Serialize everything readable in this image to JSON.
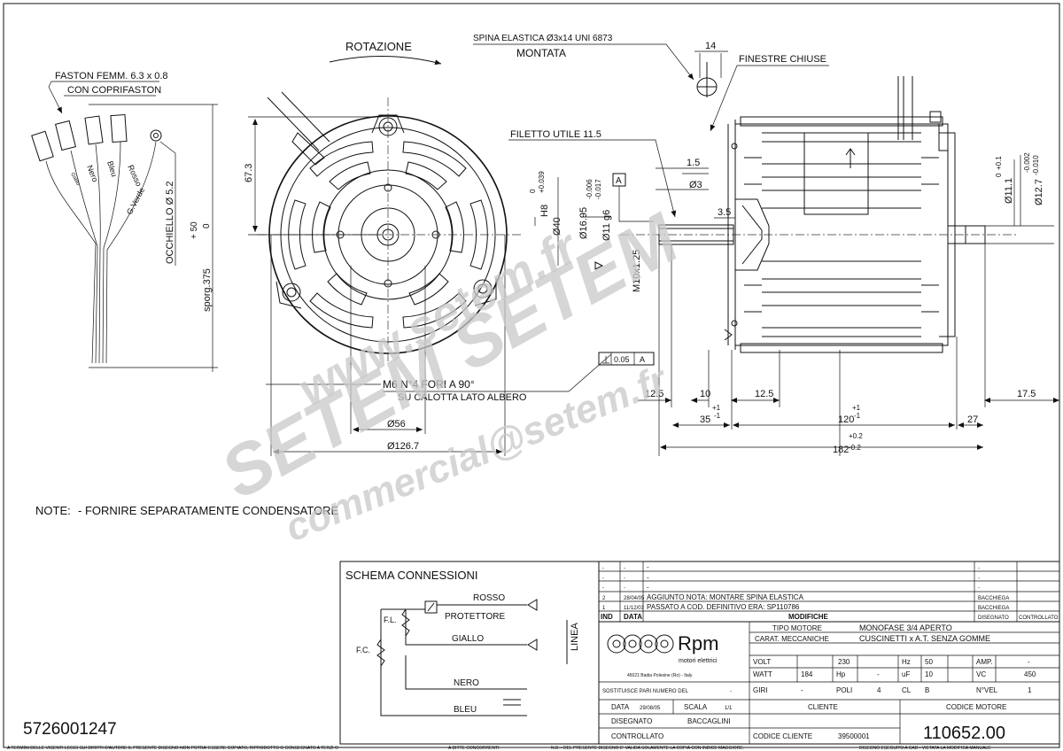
{
  "labels": {
    "rotazione": "ROTAZIONE",
    "spina": "SPINA ELASTICA Ø3x14 UNI 6873",
    "montata": "MONTATA",
    "dim_14": "14",
    "finestre": "FINESTRE CHIUSE",
    "faston": "FASTON FEMM. 6.3 x 0.8",
    "coprifaston": "CON COPRIFASTON",
    "filetto": "FILETTO UTILE 11.5",
    "wire_giallo": "Giallo",
    "wire_nero": "Nero",
    "wire_bleu": "Bleu",
    "wire_rosso": "Rosso",
    "wire_gverde": "G.Verde",
    "occhiello": "OCCHIELLO Ø 5.2",
    "sporg": "sporg.375",
    "tol_50": "+ 50",
    "tol_0": "0",
    "dim_673": "67.3",
    "dim_h8": "H8",
    "tol_h8_hi": "+0.039",
    "tol_h8_lo": "0",
    "dim_40": "Ø40",
    "dim_1695": "Ø16.95",
    "dim_g6": "Ø11 g6",
    "tol_g6_hi": "-0.006",
    "tol_g6_lo": "-0.017",
    "datum_a": "A",
    "dim_15": "1.5",
    "dim_3": "Ø3",
    "dim_35": "3.5",
    "dim_m10": "M10x1.25",
    "dim_111": "Ø11.1",
    "tol_111_hi": "+0.1",
    "tol_111_lo": "0",
    "dim_127": "Ø12.7",
    "tol_127_hi": "-0.002",
    "tol_127_lo": "-0.010",
    "perp_val": "0.05",
    "m6": "M6 N°4 FORI A 90°",
    "calotta": "SU CALOTTA LATO ALBERO",
    "dim_56": "Ø56",
    "dim_1267": "Ø126.7",
    "dim_125a": "12.5",
    "dim_10": "10",
    "dim_125b": "12.5",
    "dim_175": "17.5",
    "dim_35b": "35",
    "tol_35_hi": "+1",
    "tol_35_lo": "-1",
    "dim_120": "120",
    "tol_120_hi": "+1",
    "tol_120_lo": "-1",
    "dim_27": "27",
    "dim_182": "182",
    "tol_182_hi": "+0.2",
    "tol_182_lo": "-0.2",
    "note_title": "NOTE:",
    "note_text": "- FORNIRE SEPARATAMENTE CONDENSATORE",
    "drawing_number": "5726001247"
  },
  "watermarks": {
    "www": "www.setem.fr",
    "setem": "SETEM SETEM",
    "email": "commercial@setem.fr"
  },
  "schema": {
    "title": "SCHEMA CONNESSIONI",
    "rosso": "ROSSO",
    "protettore": "PROTETTORE",
    "giallo": "GIALLO",
    "nero": "NERO",
    "bleu": "BLEU",
    "fl": "F.L.",
    "fc": "F.C.",
    "linea": "LINEA"
  },
  "revisions": {
    "rows": [
      {
        "ind": "-",
        "data": "-",
        "mod": "-",
        "dis": "-",
        "ctrl": ""
      },
      {
        "ind": "-",
        "data": "-",
        "mod": "-",
        "dis": "-",
        "ctrl": ""
      },
      {
        "ind": "-",
        "data": "-",
        "mod": "-",
        "dis": "-",
        "ctrl": ""
      },
      {
        "ind": "2",
        "data": "28/04/05",
        "mod": "AGGIUNTO NOTA: MONTARE SPINA ELASTICA",
        "dis": "BACCHIEGA",
        "ctrl": ""
      },
      {
        "ind": "1",
        "data": "11/12/03",
        "mod": "PASSATO A COD. DEFINITIVO ERA: SP110786",
        "dis": "BACCHIEGA",
        "ctrl": ""
      }
    ],
    "header": {
      "ind": "IND",
      "data": "DATA",
      "mod": "MODIFICHE",
      "dis": "DISEGNATO",
      "ctrl": "CONTROLLATO"
    }
  },
  "company": {
    "logo": "Rpm",
    "sub": "motori elettrici",
    "address": "45021 Badia Polesine (Ro) - Italy"
  },
  "specs": {
    "tipo_label": "TIPO MOTORE",
    "tipo": "MONOFASE 3/4 APERTO",
    "carat_label": "CARAT. MECCANICHE",
    "carat": "CUSCINETTI x A.T. SENZA GOMME",
    "volt_label": "VOLT",
    "volt": "230",
    "hz_label": "Hz",
    "hz": "50",
    "amp_label": "AMP.",
    "amp": "-",
    "watt_label": "WATT",
    "watt": "184",
    "hp_label": "Hp",
    "hp": "-",
    "uf_label": "uF",
    "uf": "10",
    "vc_label": "VC",
    "vc": "450",
    "giri_label": "GIRI",
    "giri": "-",
    "poli_label": "POLI",
    "poli": "4",
    "cl_label": "CL",
    "cl": "B",
    "nvel_label": "N°VEL",
    "nvel": "1"
  },
  "titleblock": {
    "sostituisce_label": "SOSTITUISCE PARI NUMERO DEL",
    "sostituisce": "-",
    "data_label": "DATA",
    "data": "29/08/05",
    "scala_label": "SCALA",
    "scala": "1/1",
    "disegnato_label": "DISEGNATO",
    "disegnato": "BACCAGLINI",
    "controllato_label": "CONTROLLATO",
    "cliente_label": "CLIENTE",
    "codice_cliente_label": "CODICE CLIENTE",
    "codice_cliente": "39500001",
    "codice_motore_label": "CODICE MOTORE",
    "codice_motore": "110652.00"
  },
  "footer": {
    "left": "A TERMINI DELLE VIGENTI LEGGI SUI DIRITTI D'AUTORE IL PRESENTE DISEGNO NON POTRA' ESSERE COPIATO, RIPRODOTTO O CONSEGNATO A TERZI O",
    "mid": "A DITTE CONCORRENTI",
    "nb": "N.B. - DEL PRESENTE DISEGNO E' VALIDA SOLAMENTE LA COPIA CON INDICE MAGGIORE.",
    "right": "DISEGNO ESEGUITO A CAD - VIETATA LA MODIFICA MANUALE"
  }
}
